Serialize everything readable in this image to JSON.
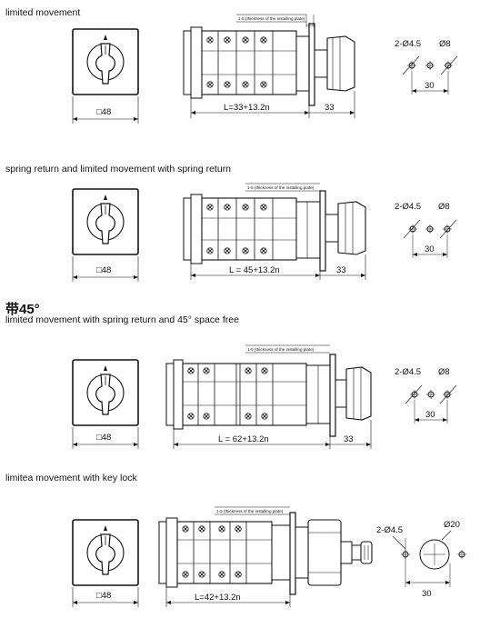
{
  "sections": [
    {
      "caption": "limited movement",
      "size_label": "□48",
      "range_label": "1-5 (thickness of the installing plate)",
      "length_label": "L=33+13.2n",
      "depth_label": "33",
      "holes_label": "2-Ø4.5",
      "center_label": "Ø8",
      "pitch_label": "30"
    },
    {
      "caption": "spring return and limited movement with spring return",
      "size_label": "□48",
      "range_label": "1-5 (thickness of the installing plate)",
      "length_label": "L = 45+13.2n",
      "depth_label": "33",
      "holes_label": "2-Ø4.5",
      "center_label": "Ø8",
      "pitch_label": "30"
    },
    {
      "heading": "带45°",
      "caption": "limited movement with spring return and 45° space free",
      "size_label": "□48",
      "range_label": "1-5 (thickness of the installing plate)",
      "length_label": "L = 62+13.2n",
      "depth_label": "33",
      "holes_label": "2-Ø4.5",
      "center_label": "Ø8",
      "pitch_label": "30"
    },
    {
      "caption": "limitea movement with key lock",
      "size_label": "□48",
      "range_label": "1-5 (thickness of the installing plate)",
      "length_label": "L=42+13.2n",
      "holes_label": "2-Ø4.5",
      "center_label": "Ø20",
      "pitch_label": "30"
    }
  ]
}
